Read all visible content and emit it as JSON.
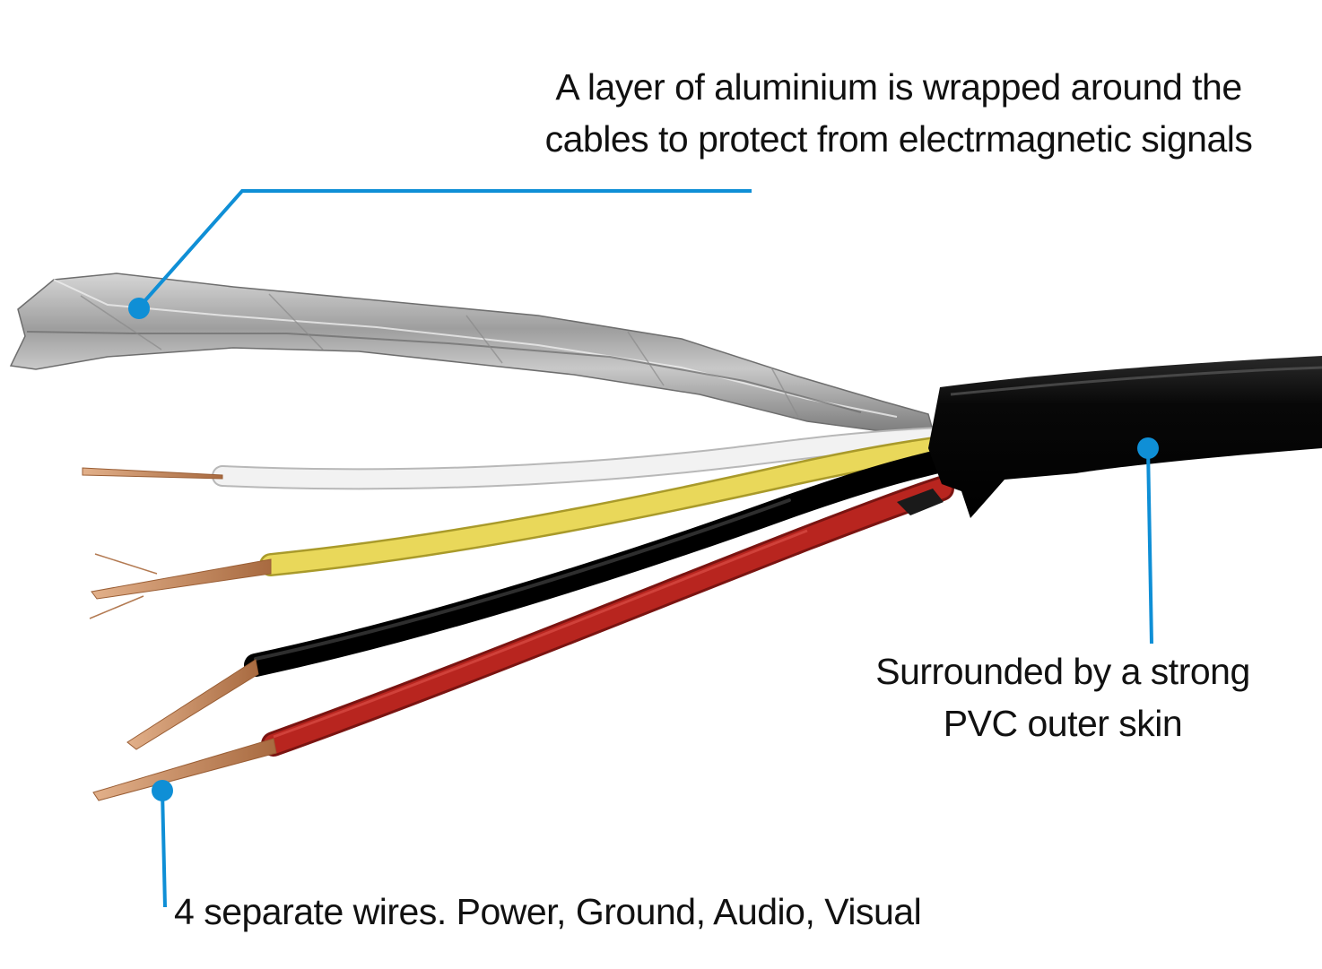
{
  "colors": {
    "callout": "#0f8fd6",
    "foil": "#a9a9a9",
    "jacket": "#0b0b0b",
    "wire_white": "#eeeeee",
    "wire_yellow": "#e8d64c",
    "wire_black": "#151515",
    "wire_red": "#b3211c",
    "copper": "#c98b5f"
  },
  "annotations": {
    "foil": {
      "line1": "A layer of aluminium is wrapped around the",
      "line2": "cables to protect from electrmagnetic signals"
    },
    "jacket": {
      "line1": "Surrounded by a strong",
      "line2": "PVC outer skin"
    },
    "wires": {
      "text": "4 separate wires. Power, Ground, Audio, Visual"
    }
  }
}
